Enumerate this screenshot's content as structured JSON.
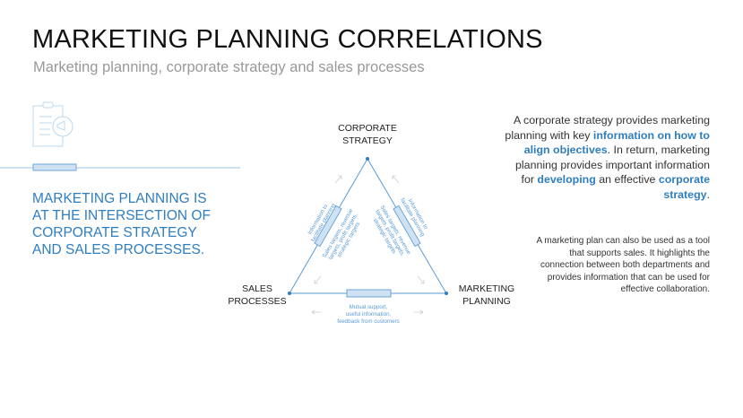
{
  "header": {
    "title": "MARKETING PLANNING CORRELATIONS",
    "subtitle": "Marketing planning, corporate strategy and sales processes"
  },
  "claim": "MARKETING PLANNING IS AT THE INTERSECTION OF CORPORATE STRATEGY AND SALES PROCESSES.",
  "icon": "clipboard-megaphone-icon",
  "diagram": {
    "top": [
      "CORPORATE",
      "STRATEGY"
    ],
    "left": [
      "SALES",
      "PROCESSES"
    ],
    "right": [
      "MARKETING",
      "PLANNING"
    ],
    "left_outer": [
      "Information to",
      "facilitate planning"
    ],
    "left_inner": [
      "Sales targets, revenue",
      "targets, profit targets,",
      "strategic targets"
    ],
    "right_outer": [
      "Information to",
      "facilitate planning"
    ],
    "right_inner": [
      "Sales targets, revenue",
      "targets, profit targets,",
      "strategic targets"
    ],
    "bottom": [
      "Mutual support,",
      "useful information,",
      "feedback from customers"
    ]
  },
  "paragraph1": {
    "a": "A corporate strategy provides marketing planning with key ",
    "b": "information on how to align objectives",
    "c": ". In return, marketing planning provides important information for ",
    "d": "developing",
    "e": " an effective ",
    "f": "corporate strategy",
    "g": "."
  },
  "paragraph2": "A marketing plan can also be used as a tool that supports sales. It highlights the connection between both departments and provides information that can be used for effective collaboration.",
  "colors": {
    "accent": "#2f7ec0",
    "line": "#5b9bd5",
    "fill": "#cfe2f3"
  }
}
